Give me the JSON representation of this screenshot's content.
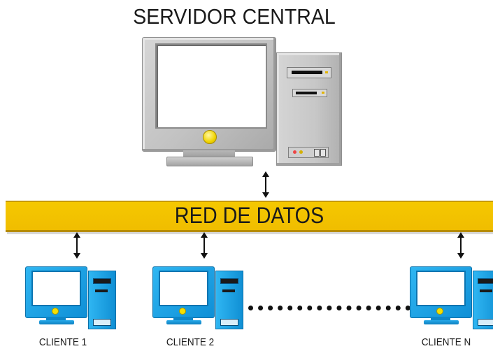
{
  "title": "SERVIDOR CENTRAL",
  "network": {
    "label": "RED DE DATOS",
    "color": "#F5C800"
  },
  "clients": [
    {
      "label": "CLIENTE 1"
    },
    {
      "label": "CLIENTE 2"
    },
    {
      "label": "CLIENTE N"
    }
  ],
  "colors": {
    "server": "#C8C8C8",
    "client": "#1EA4E6",
    "power_led": "#F1D400"
  },
  "icons": {
    "server_monitor": "monitor-icon",
    "server_tower": "tower-icon",
    "client_pc": "desktop-pc-icon",
    "link": "double-arrow-icon"
  }
}
